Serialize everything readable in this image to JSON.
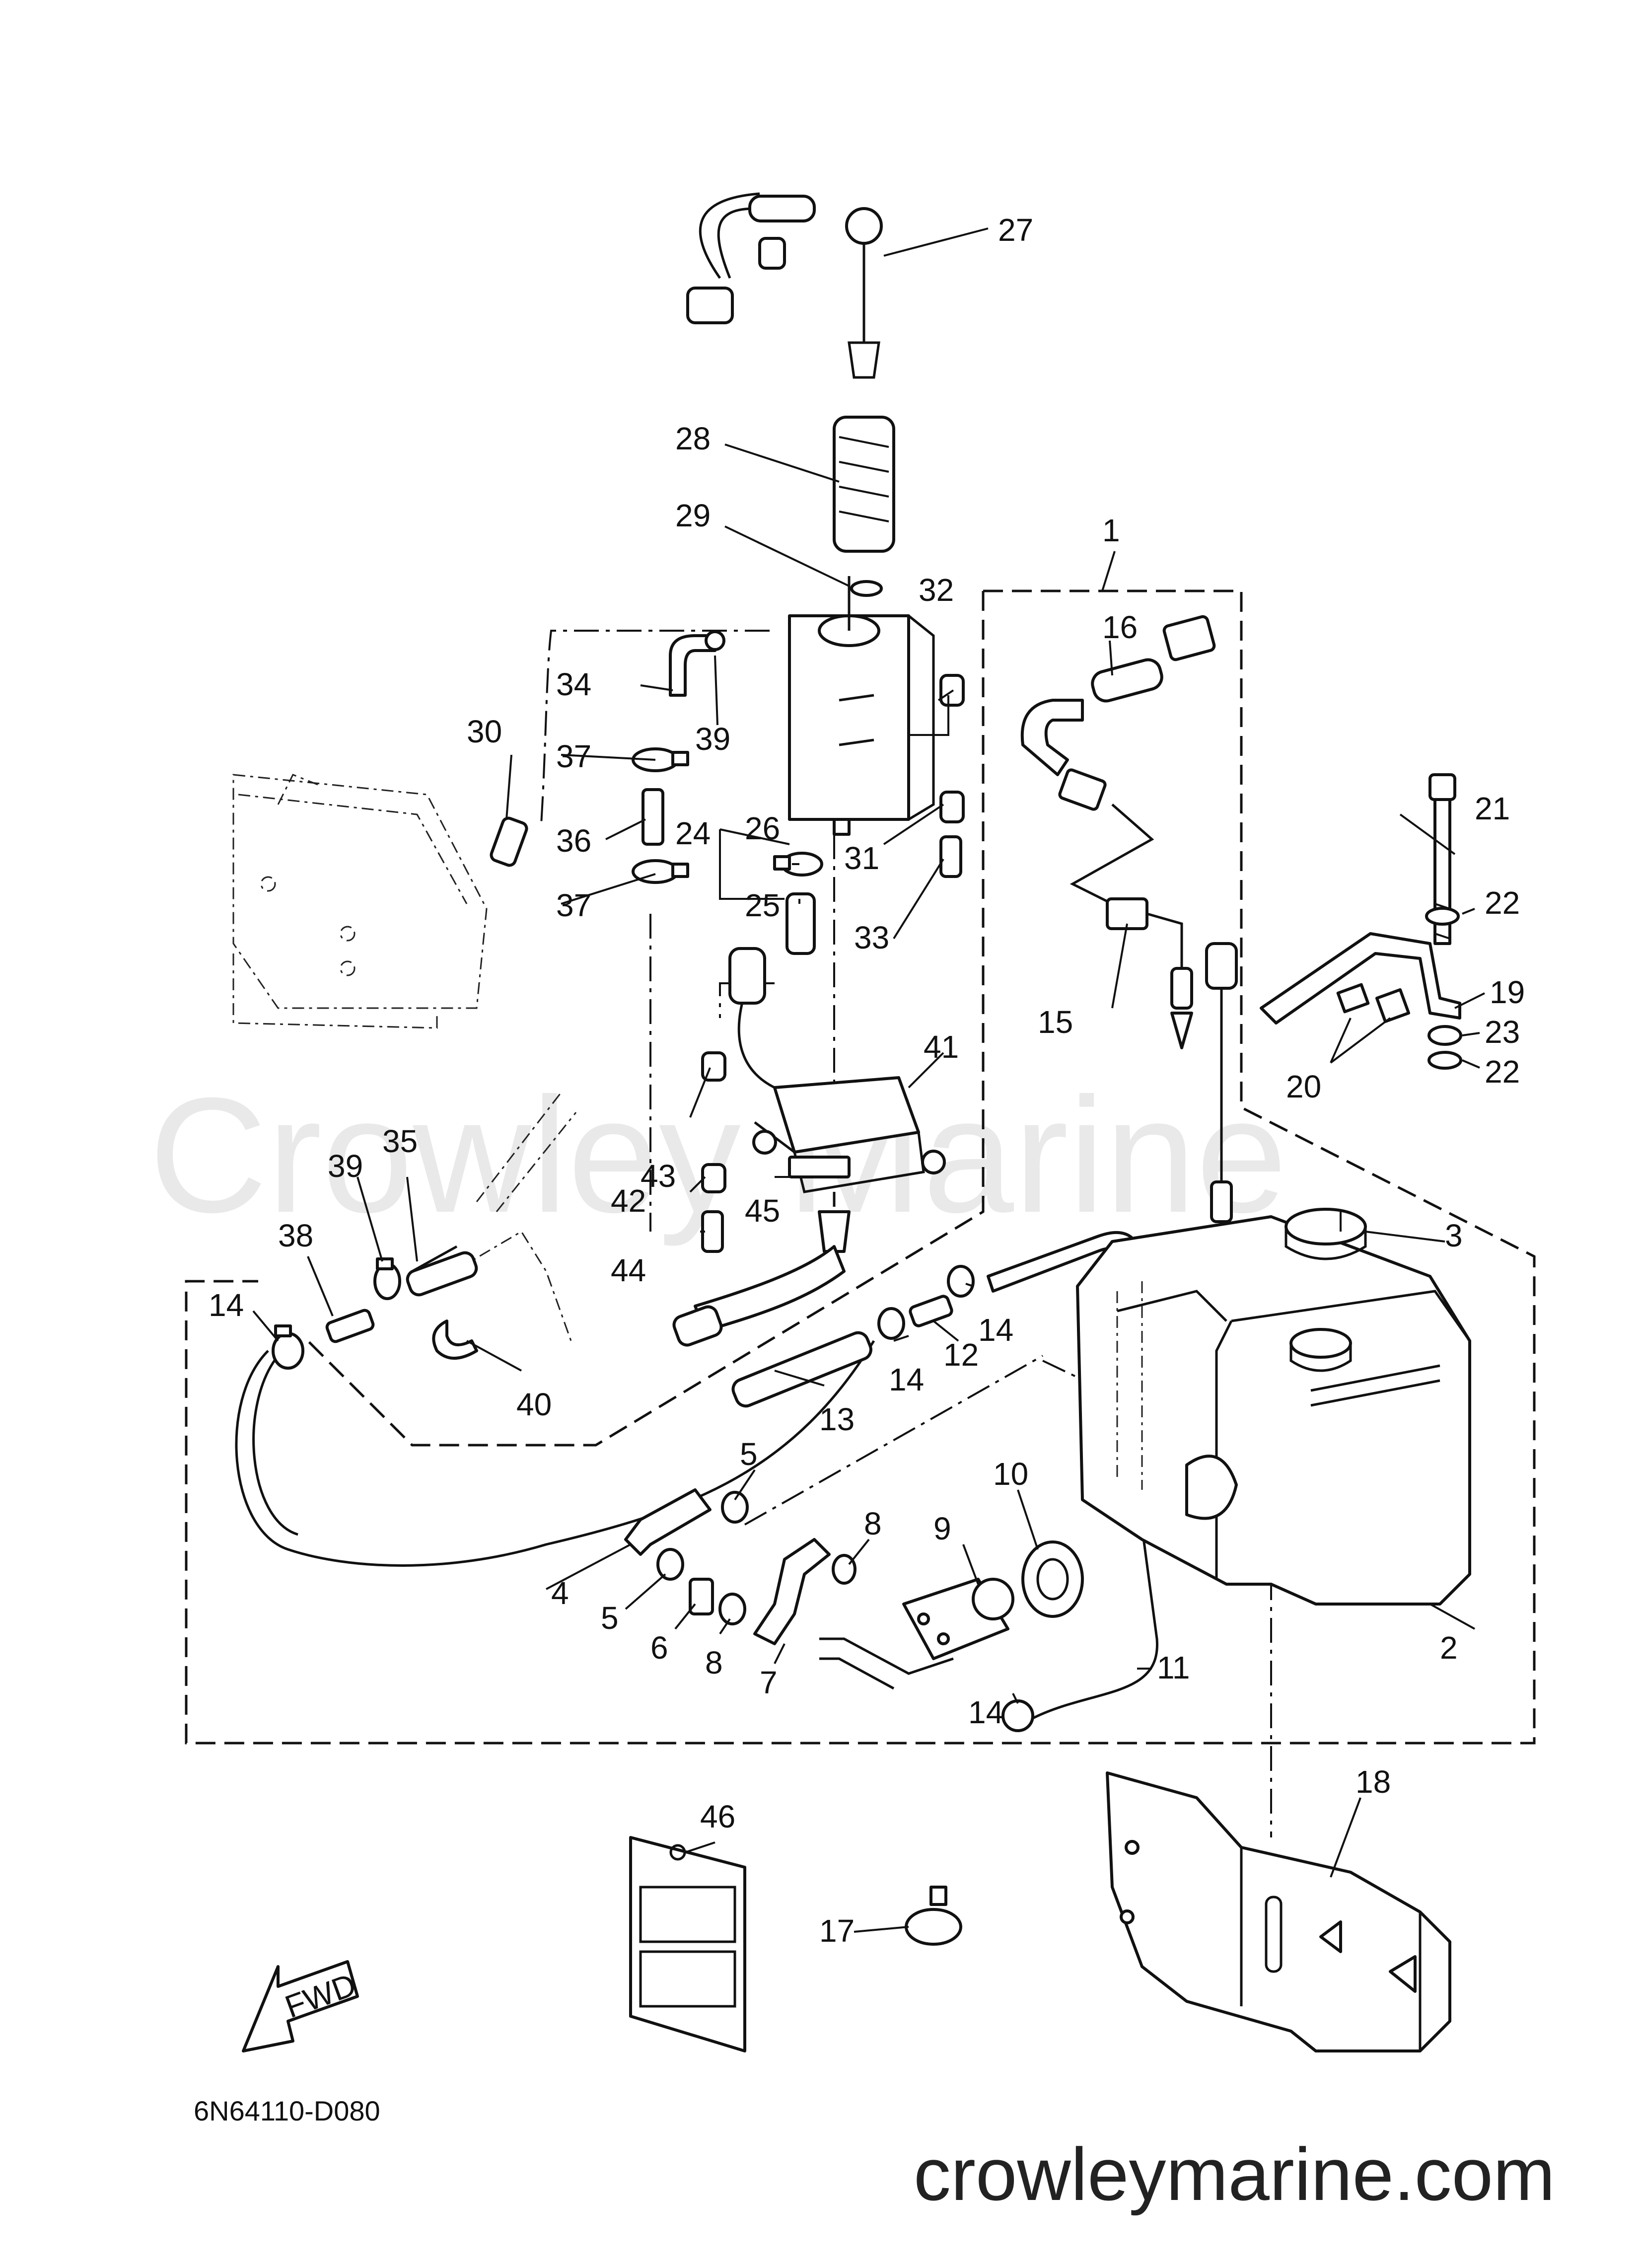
{
  "watermark": "Crowley Marine",
  "diagram_code": "6N64110-D080",
  "website": "crowleymarine.com",
  "fwd_label": "FWD",
  "callouts": [
    "1",
    "2",
    "3",
    "4",
    "5",
    "5",
    "6",
    "7",
    "8",
    "8",
    "9",
    "10",
    "11",
    "12",
    "13",
    "14",
    "14",
    "14",
    "14",
    "15",
    "16",
    "17",
    "18",
    "19",
    "20",
    "21",
    "22",
    "22",
    "23",
    "24",
    "25",
    "26",
    "27",
    "28",
    "29",
    "30",
    "31",
    "32",
    "33",
    "34",
    "35",
    "36",
    "37",
    "37",
    "38",
    "39",
    "39",
    "40",
    "41",
    "42",
    "43",
    "44",
    "45",
    "46"
  ]
}
